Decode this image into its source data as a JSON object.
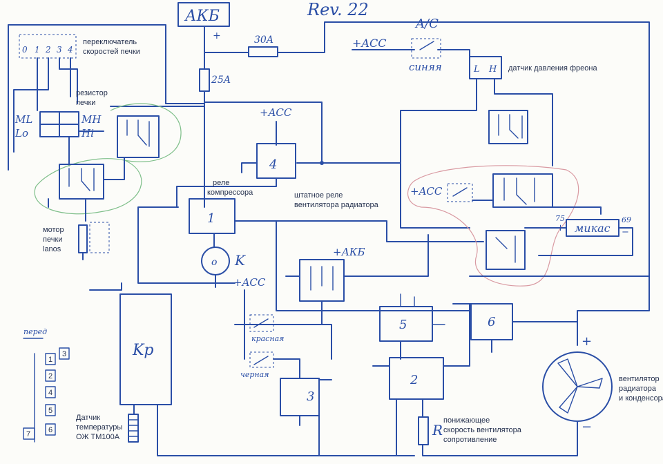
{
  "header": {
    "revision": "Rev. 22"
  },
  "battery": {
    "label": "АКБ",
    "plus": "+"
  },
  "fuses": {
    "main": "30A",
    "secondary": "25A"
  },
  "ac": {
    "acc": "+ACC",
    "switch_label": "A/C",
    "wire_color": "синяя"
  },
  "pressure_sensor": {
    "low": "L",
    "high": "H",
    "label": "датчик давления фреона"
  },
  "heater_switch": {
    "label_line1": "переключатель",
    "label_line2": "скоростей печки",
    "positions": [
      "0",
      "1",
      "2",
      "3",
      "4"
    ]
  },
  "heater_resistor": {
    "label_line1": "резистор",
    "label_line2": "печки",
    "ml": "ML",
    "lo": "Lo",
    "mh": "MH",
    "hi": "Hi"
  },
  "relays": {
    "r1": "1",
    "r2": "2",
    "r3": "3",
    "r4": "4",
    "r5": "5",
    "r6": "6",
    "acc_r4": "+ACC",
    "acc_r3": "+ACC",
    "acc_right": "+ACC",
    "akb_fan": "+АКБ"
  },
  "compressor": {
    "label_line1": "реле",
    "label_line2": "компрессора",
    "clutch": "K"
  },
  "fan_relay": {
    "label_line1": "штатное реле",
    "label_line2": "вентилятора радиатора"
  },
  "heater_motor": {
    "label_line1": "мотор",
    "label_line2": "печки",
    "label_line3": "lanos"
  },
  "ecu": {
    "label": "Kp"
  },
  "mikas": {
    "label": "микас",
    "pin75": "75",
    "pin69": "69",
    "plus": "+",
    "minus": "−"
  },
  "wires": {
    "red": "красная",
    "black": "черная"
  },
  "fan_resistor": {
    "symbol": "R",
    "label_line1": "понижающее",
    "label_line2": "скорость вентилятора",
    "label_line3": "сопротивление"
  },
  "fan": {
    "label_line1": "вентилятор",
    "label_line2": "радиатора",
    "label_line3": "и конденсора",
    "plus": "+",
    "minus": "−"
  },
  "connector": {
    "front": "перед",
    "pins": [
      "1",
      "3",
      "2",
      "4",
      "5",
      "7",
      "6"
    ]
  },
  "temp_sensor": {
    "label_line1": "Датчик",
    "label_line2": "температуры",
    "label_line3": "ОЖ ТМ100А"
  }
}
